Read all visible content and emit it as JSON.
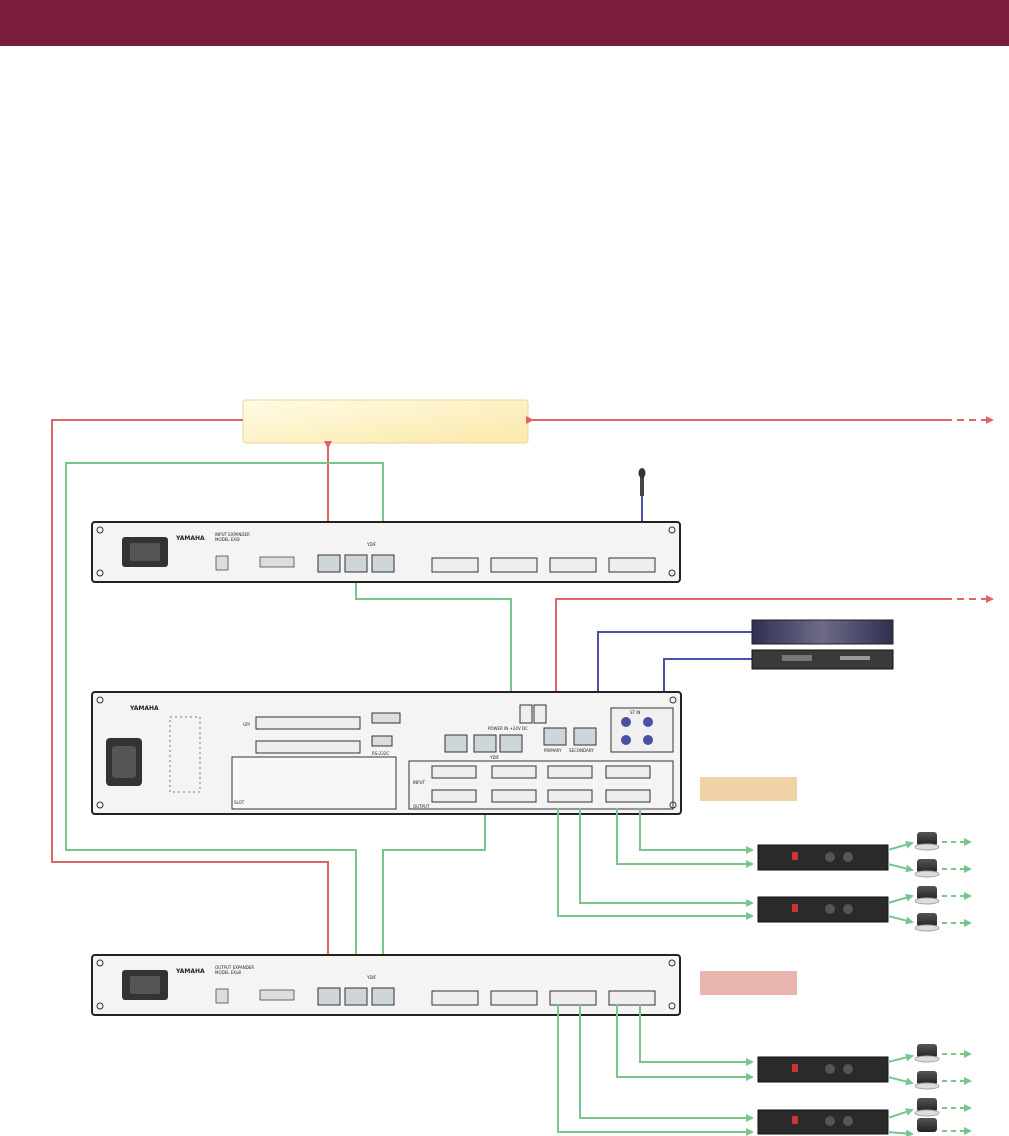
{
  "header": {
    "bar_color": "#7a1d3a"
  },
  "devices": {
    "input_expander": {
      "brand": "YAMAHA",
      "model_lines": [
        "INPUT EXPANDER",
        "MODEL EXi8"
      ],
      "port_label": "YDIF"
    },
    "main_processor": {
      "brand": "YAMAHA",
      "power_label": "POWER IN +24V DC",
      "port_labels": [
        "PRIMARY",
        "SECONDARY"
      ],
      "slot_label": "SLOT",
      "io_labels": [
        "INPUT",
        "OUTPUT",
        "GPI",
        "RS-232C",
        "ST IN"
      ],
      "ydif_label": "YDIF"
    },
    "output_expander": {
      "brand": "YAMAHA",
      "model_lines": [
        "OUTPUT EXPANDER",
        "MODEL EXo8"
      ],
      "port_label": "YDIF"
    }
  },
  "colors": {
    "network_cable": "#e06666",
    "ydif_cable": "#77c78b",
    "audio_cable": "#4b4fa8",
    "network_box": "#fdf3c4",
    "label_tan": "#efd3a6",
    "label_pink": "#e7b5ad",
    "device_dark": "#3a3d55"
  },
  "icons": [
    "microphone-icon",
    "speaker-icon",
    "dashed-arrow-icon"
  ]
}
